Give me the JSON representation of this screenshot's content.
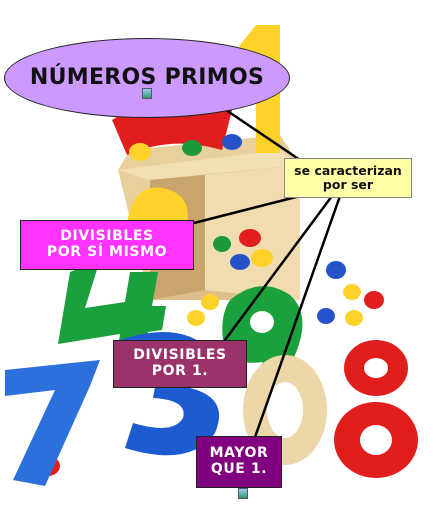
{
  "title": "NÚMEROS PRIMOS",
  "relation": {
    "line1": "se caracterizan",
    "line2": "por ser"
  },
  "concepts": [
    {
      "line1": "DIVISIBLES",
      "line2": "POR SÍ MISMO"
    },
    {
      "line1": "DIVISIBLES",
      "line2": "POR 1."
    },
    {
      "line1": "MAYOR",
      "line2": "QUE 1."
    }
  ],
  "colors": {
    "title_fill": "#cc99ff",
    "relation_fill": "#ffffa8",
    "concept_1_fill": "#ff33ff",
    "concept_2_fill": "#99336a",
    "concept_3_fill": "#800080",
    "concept_text": "#ffffff"
  }
}
